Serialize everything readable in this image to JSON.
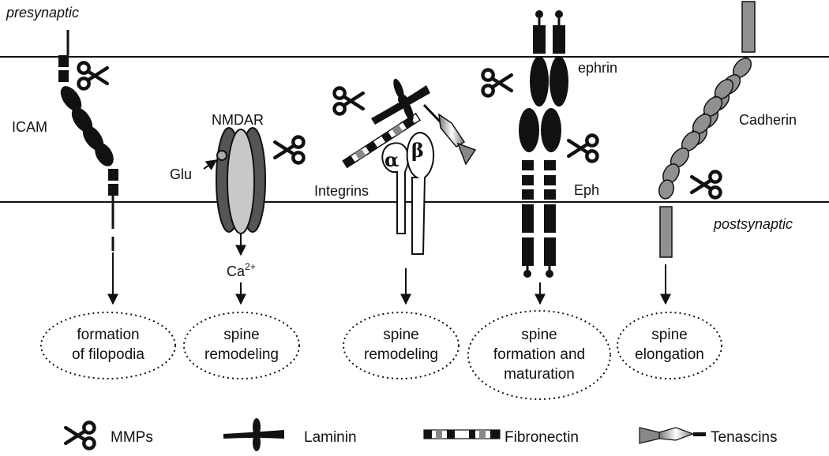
{
  "labels": {
    "presynaptic": "presynaptic",
    "postsynaptic": "postsynaptic",
    "icam": "ICAM",
    "nmdar": "NMDAR",
    "glu": "Glu",
    "ca_base": "Ca",
    "ca_sup": "2+",
    "integrins": "Integrins",
    "alpha": "α",
    "beta": "β",
    "ephrin": "ephrin",
    "eph": "Eph",
    "cadherin": "Cadherin"
  },
  "outcomes": [
    {
      "lines": [
        "formation",
        "of filopodia"
      ]
    },
    {
      "lines": [
        "spine",
        "remodeling"
      ]
    },
    {
      "lines": [
        "spine",
        "remodeling"
      ]
    },
    {
      "lines": [
        "spine",
        "formation and",
        "maturation"
      ]
    },
    {
      "lines": [
        "spine",
        "elongation"
      ]
    }
  ],
  "legend": {
    "mmps": "MMPs",
    "laminin": "Laminin",
    "fibronectin": "Fibronectin",
    "tenascins": "Tenascins"
  },
  "colors": {
    "black": "#111111",
    "dark_gray": "#555555",
    "light_gray": "#c8c8c8",
    "mid_gray": "#909090",
    "white": "#ffffff"
  }
}
